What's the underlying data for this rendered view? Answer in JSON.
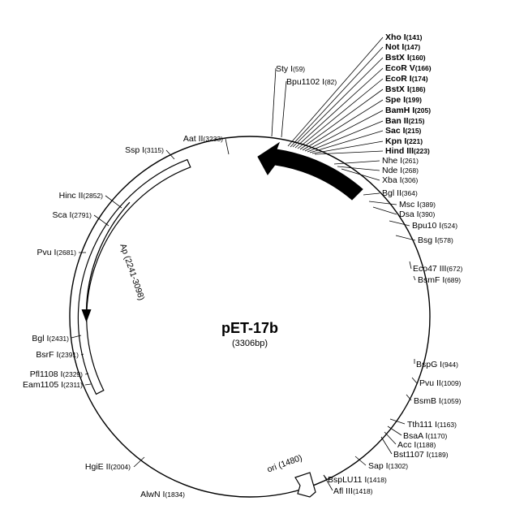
{
  "title": "pET-17b",
  "size_label": "(3306bp)",
  "features": {
    "ap": {
      "label": "Ap (2241-3098)"
    },
    "ori": {
      "label": "ori (1480)"
    }
  },
  "sites": [
    {
      "name": "Xho I",
      "pos": "(141)",
      "bold": true
    },
    {
      "name": "Not I",
      "pos": "(147)",
      "bold": true
    },
    {
      "name": "BstX I",
      "pos": "(160)",
      "bold": true
    },
    {
      "name": "EcoR V",
      "pos": "(166)",
      "bold": true
    },
    {
      "name": "EcoR I",
      "pos": "(174)",
      "bold": true
    },
    {
      "name": "BstX I",
      "pos": "(186)",
      "bold": true
    },
    {
      "name": "Spe I",
      "pos": "(199)",
      "bold": true
    },
    {
      "name": "BamH I",
      "pos": "(205)",
      "bold": true
    },
    {
      "name": "Ban II",
      "pos": "(215)",
      "bold": true
    },
    {
      "name": "Sac I",
      "pos": "(215)",
      "bold": true
    },
    {
      "name": "Kpn I",
      "pos": "(221)",
      "bold": true
    },
    {
      "name": "Hind III",
      "pos": "(223)",
      "bold": true
    },
    {
      "name": "Nhe I",
      "pos": "(261)",
      "bold": false
    },
    {
      "name": "Nde I",
      "pos": "(268)",
      "bold": false
    },
    {
      "name": "Xba I",
      "pos": "(306)",
      "bold": false
    },
    {
      "name": "Sty I",
      "pos": "(59)",
      "bold": false
    },
    {
      "name": "Bpu1102 I",
      "pos": "(82)",
      "bold": false
    },
    {
      "name": "Bgl II",
      "pos": "(364)",
      "bold": false
    },
    {
      "name": "Msc I",
      "pos": "(389)",
      "bold": false
    },
    {
      "name": "Dsa I",
      "pos": "(390)",
      "bold": false
    },
    {
      "name": "Bpu10 I",
      "pos": "(524)",
      "bold": false
    },
    {
      "name": "Bsg I",
      "pos": "(578)",
      "bold": false
    },
    {
      "name": "Eco47 III",
      "pos": "(672)",
      "bold": false
    },
    {
      "name": "BsmF I",
      "pos": "(689)",
      "bold": false
    },
    {
      "name": "BspG I",
      "pos": "(944)",
      "bold": false
    },
    {
      "name": "Pvu II",
      "pos": "(1009)",
      "bold": false
    },
    {
      "name": "BsmB I",
      "pos": "(1059)",
      "bold": false
    },
    {
      "name": "Tth111 I",
      "pos": "(1163)",
      "bold": false
    },
    {
      "name": "BsaA I",
      "pos": "(1170)",
      "bold": false
    },
    {
      "name": "Acc I",
      "pos": "(1188)",
      "bold": false
    },
    {
      "name": "Bst1107 I",
      "pos": "(1189)",
      "bold": false
    },
    {
      "name": "Sap I",
      "pos": "(1302)",
      "bold": false
    },
    {
      "name": "BspLU11 I",
      "pos": "(1418)",
      "bold": false
    },
    {
      "name": "Afl III",
      "pos": "(1418)",
      "bold": false
    },
    {
      "name": "AlwN I",
      "pos": "(1834)",
      "bold": false
    },
    {
      "name": "HgiE II",
      "pos": "(2004)",
      "bold": false
    },
    {
      "name": "Eam1105 I",
      "pos": "(2311)",
      "bold": false
    },
    {
      "name": "Pfl1108 I",
      "pos": "(2329)",
      "bold": false
    },
    {
      "name": "BsrF I",
      "pos": "(2391)",
      "bold": false
    },
    {
      "name": "Bgl I",
      "pos": "(2431)",
      "bold": false
    },
    {
      "name": "Pvu I",
      "pos": "(2681)",
      "bold": false
    },
    {
      "name": "Sca I",
      "pos": "(2791)",
      "bold": false
    },
    {
      "name": "Hinc II",
      "pos": "(2852)",
      "bold": false
    },
    {
      "name": "Ssp I",
      "pos": "(3115)",
      "bold": false
    },
    {
      "name": "Aat II",
      "pos": "(3233)",
      "bold": false
    }
  ]
}
